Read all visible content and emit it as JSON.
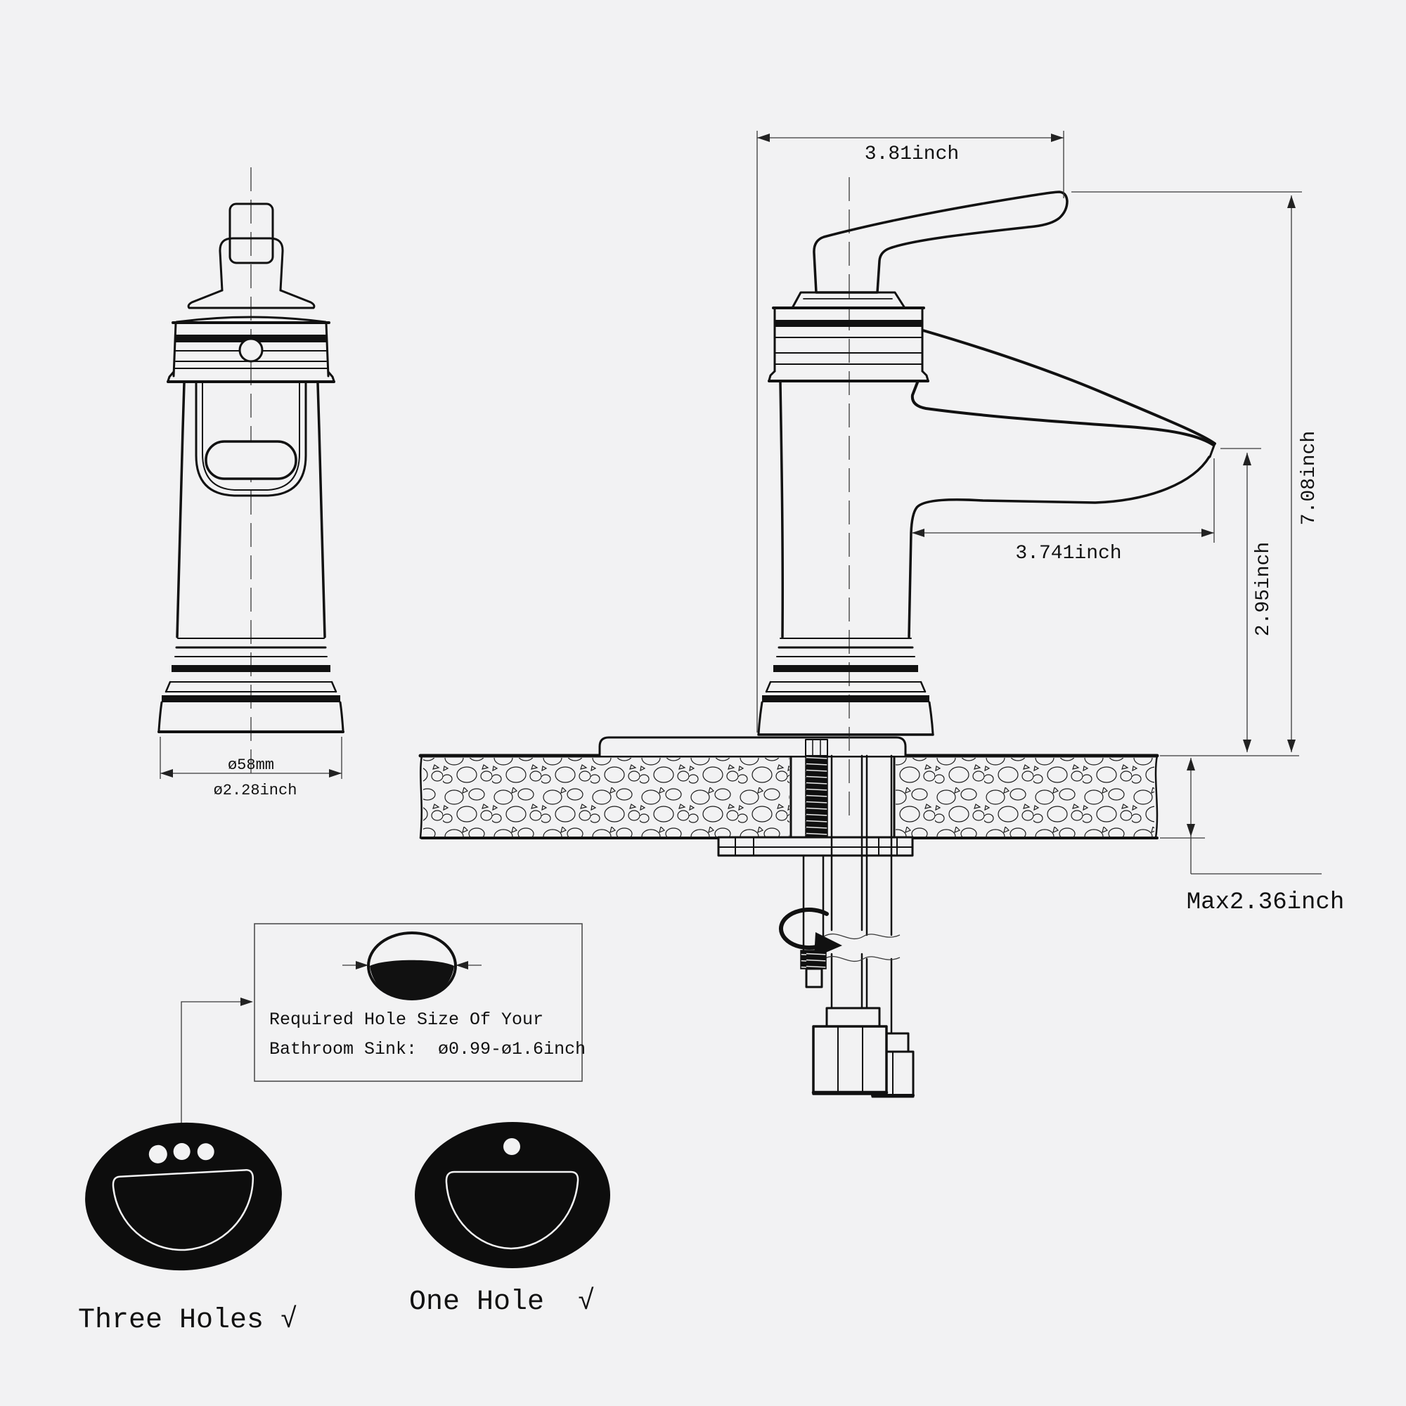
{
  "colors": {
    "background": "#f2f2f3",
    "ink": "#111111",
    "dim_lines": "#3a3a3a"
  },
  "front_view": {
    "base_diameter_mm": "ø58mm",
    "base_diameter_inch": "ø2.28inch"
  },
  "side_view": {
    "handle_width": "3.81inch",
    "spout_reach": "3.741inch",
    "spout_height": "2.95inch",
    "total_height": "7.08inch",
    "max_counter_thickness": "Max2.36inch"
  },
  "info_box": {
    "line1": "Required Hole Size Of Your",
    "line2": "Bathroom Sink:  ø0.99-ø1.6inch"
  },
  "sink_options": [
    {
      "label": "Three Holes √",
      "holes": 3
    },
    {
      "label": "One Hole  √",
      "holes": 1
    }
  ]
}
